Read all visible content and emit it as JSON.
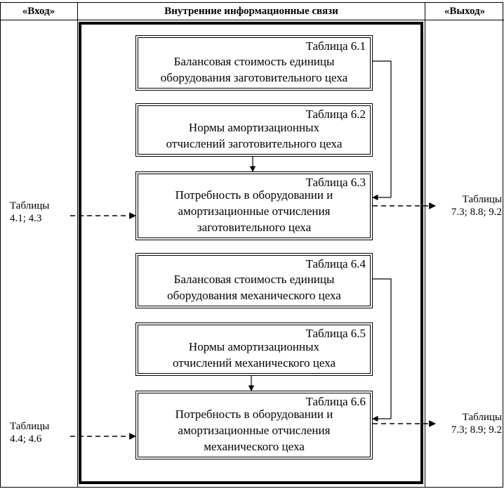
{
  "headers": {
    "input": "«Вход»",
    "middle": "Внутренние информационные связи",
    "output": "«Выход»"
  },
  "tables": [
    {
      "number": "Таблица 6.1",
      "lines": [
        "Балансовая стоимость единицы",
        "оборудования заготовительного цеха"
      ]
    },
    {
      "number": "Таблица 6.2",
      "lines": [
        "Нормы амортизационных",
        "отчислений  заготовительного цеха"
      ]
    },
    {
      "number": "Таблица 6.3",
      "lines": [
        "Потребность в оборудовании и",
        "амортизационные отчисления",
        "заготовительного цеха"
      ]
    },
    {
      "number": "Таблица 6.4",
      "lines": [
        "Балансовая стоимость единицы",
        "оборудования механического цеха"
      ]
    },
    {
      "number": "Таблица 6.5",
      "lines": [
        "Нормы амортизационных",
        "отчислений механического цеха"
      ]
    },
    {
      "number": "Таблица 6.6",
      "lines": [
        "Потребность в оборудовании и",
        "амортизационные отчисления",
        "механического цеха"
      ]
    }
  ],
  "inputs": [
    {
      "line1": "Таблицы",
      "line2": "4.1; 4.3"
    },
    {
      "line1": "Таблицы",
      "line2": "4.4; 4.6"
    }
  ],
  "outputs": [
    {
      "line1": "Таблицы",
      "line2": "7.3; 8.8; 9.2"
    },
    {
      "line1": "Таблицы",
      "line2": "7.3; 8.9; 9.2"
    }
  ]
}
